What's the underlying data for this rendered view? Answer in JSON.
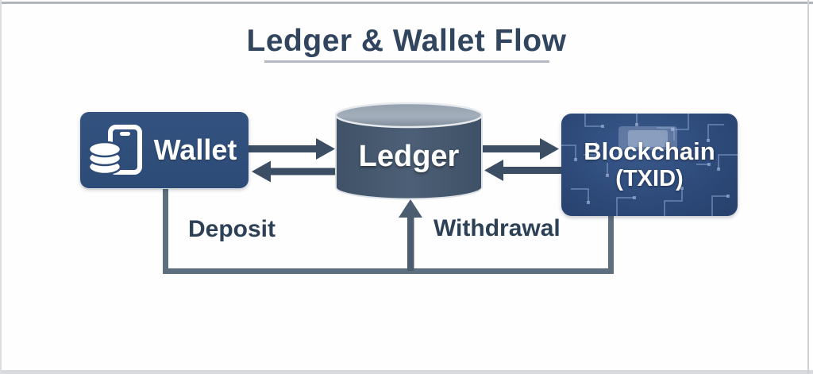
{
  "title": "Ledger & Wallet Flow",
  "nodes": [
    {
      "id": "wallet",
      "label": "Wallet",
      "shape": "rounded-box",
      "icon": "phone-coins-icon",
      "color": "#2f4e7b"
    },
    {
      "id": "ledger",
      "label": "Ledger",
      "shape": "database-cylinder",
      "body_color": "#44576d",
      "top_color": "#9aa6b4"
    },
    {
      "id": "blockchain",
      "label": "Blockchain",
      "sublabel": "(TXID)",
      "shape": "rounded-box",
      "pattern": "circuit-board",
      "color": "#2d4a79"
    }
  ],
  "flows": [
    {
      "from": "wallet",
      "to": "ledger",
      "direction": "right"
    },
    {
      "from": "ledger",
      "to": "wallet",
      "direction": "left"
    },
    {
      "from": "ledger",
      "to": "blockchain",
      "direction": "right"
    },
    {
      "from": "blockchain",
      "to": "ledger",
      "direction": "left"
    },
    {
      "from": "wallet",
      "to": "ledger",
      "via": "bottom-connector",
      "label": "Deposit"
    },
    {
      "from": "blockchain",
      "to": "ledger",
      "via": "bottom-connector",
      "label": "Withdrawal"
    }
  ],
  "labels": {
    "deposit": "Deposit",
    "withdrawal": "Withdrawal"
  },
  "colors": {
    "title_text": "#31455f",
    "title_underline": "#b5b9c1",
    "arrow": "#3b4e64",
    "connector_line": "#5d6e7e",
    "up_arrow": "#4c5d70",
    "label_text": "#2d4156",
    "node_text": "#ffffff"
  }
}
